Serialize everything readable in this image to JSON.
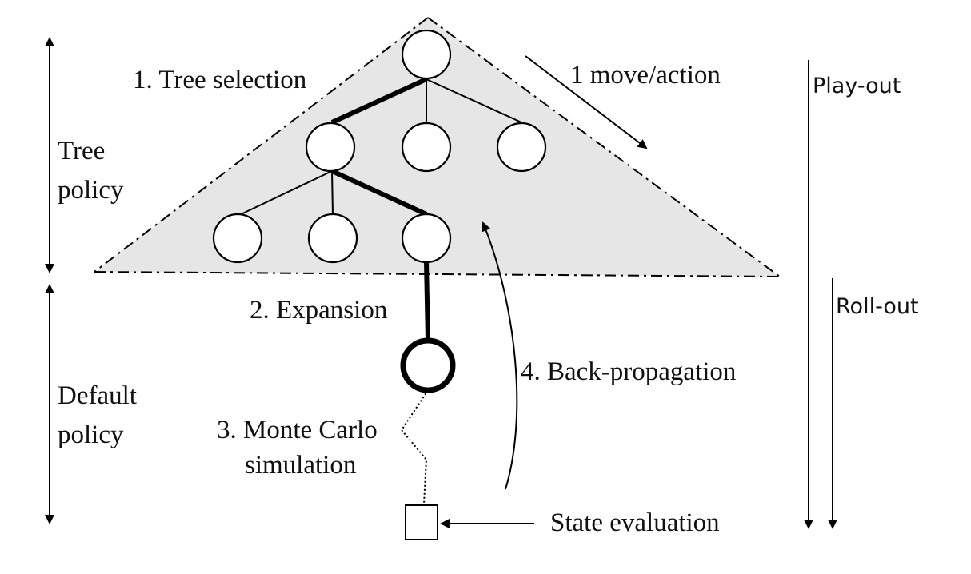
{
  "labels": {
    "tree_selection": "1. Tree selection",
    "move_action": "1 move/action",
    "expansion": "2. Expansion",
    "monte_carlo_line1": "3. Monte Carlo",
    "monte_carlo_line2": "simulation",
    "back_propagation": "4. Back-propagation",
    "state_evaluation": "State evaluation",
    "tree_policy_line1": "Tree",
    "tree_policy_line2": "policy",
    "default_policy_line1": "Default",
    "default_policy_line2": "policy",
    "play_out": "Play-out",
    "roll_out": "Roll-out"
  },
  "colors": {
    "tree_region_fill": "#e6e6e6",
    "stroke": "#000000",
    "node_fill": "#ffffff"
  }
}
